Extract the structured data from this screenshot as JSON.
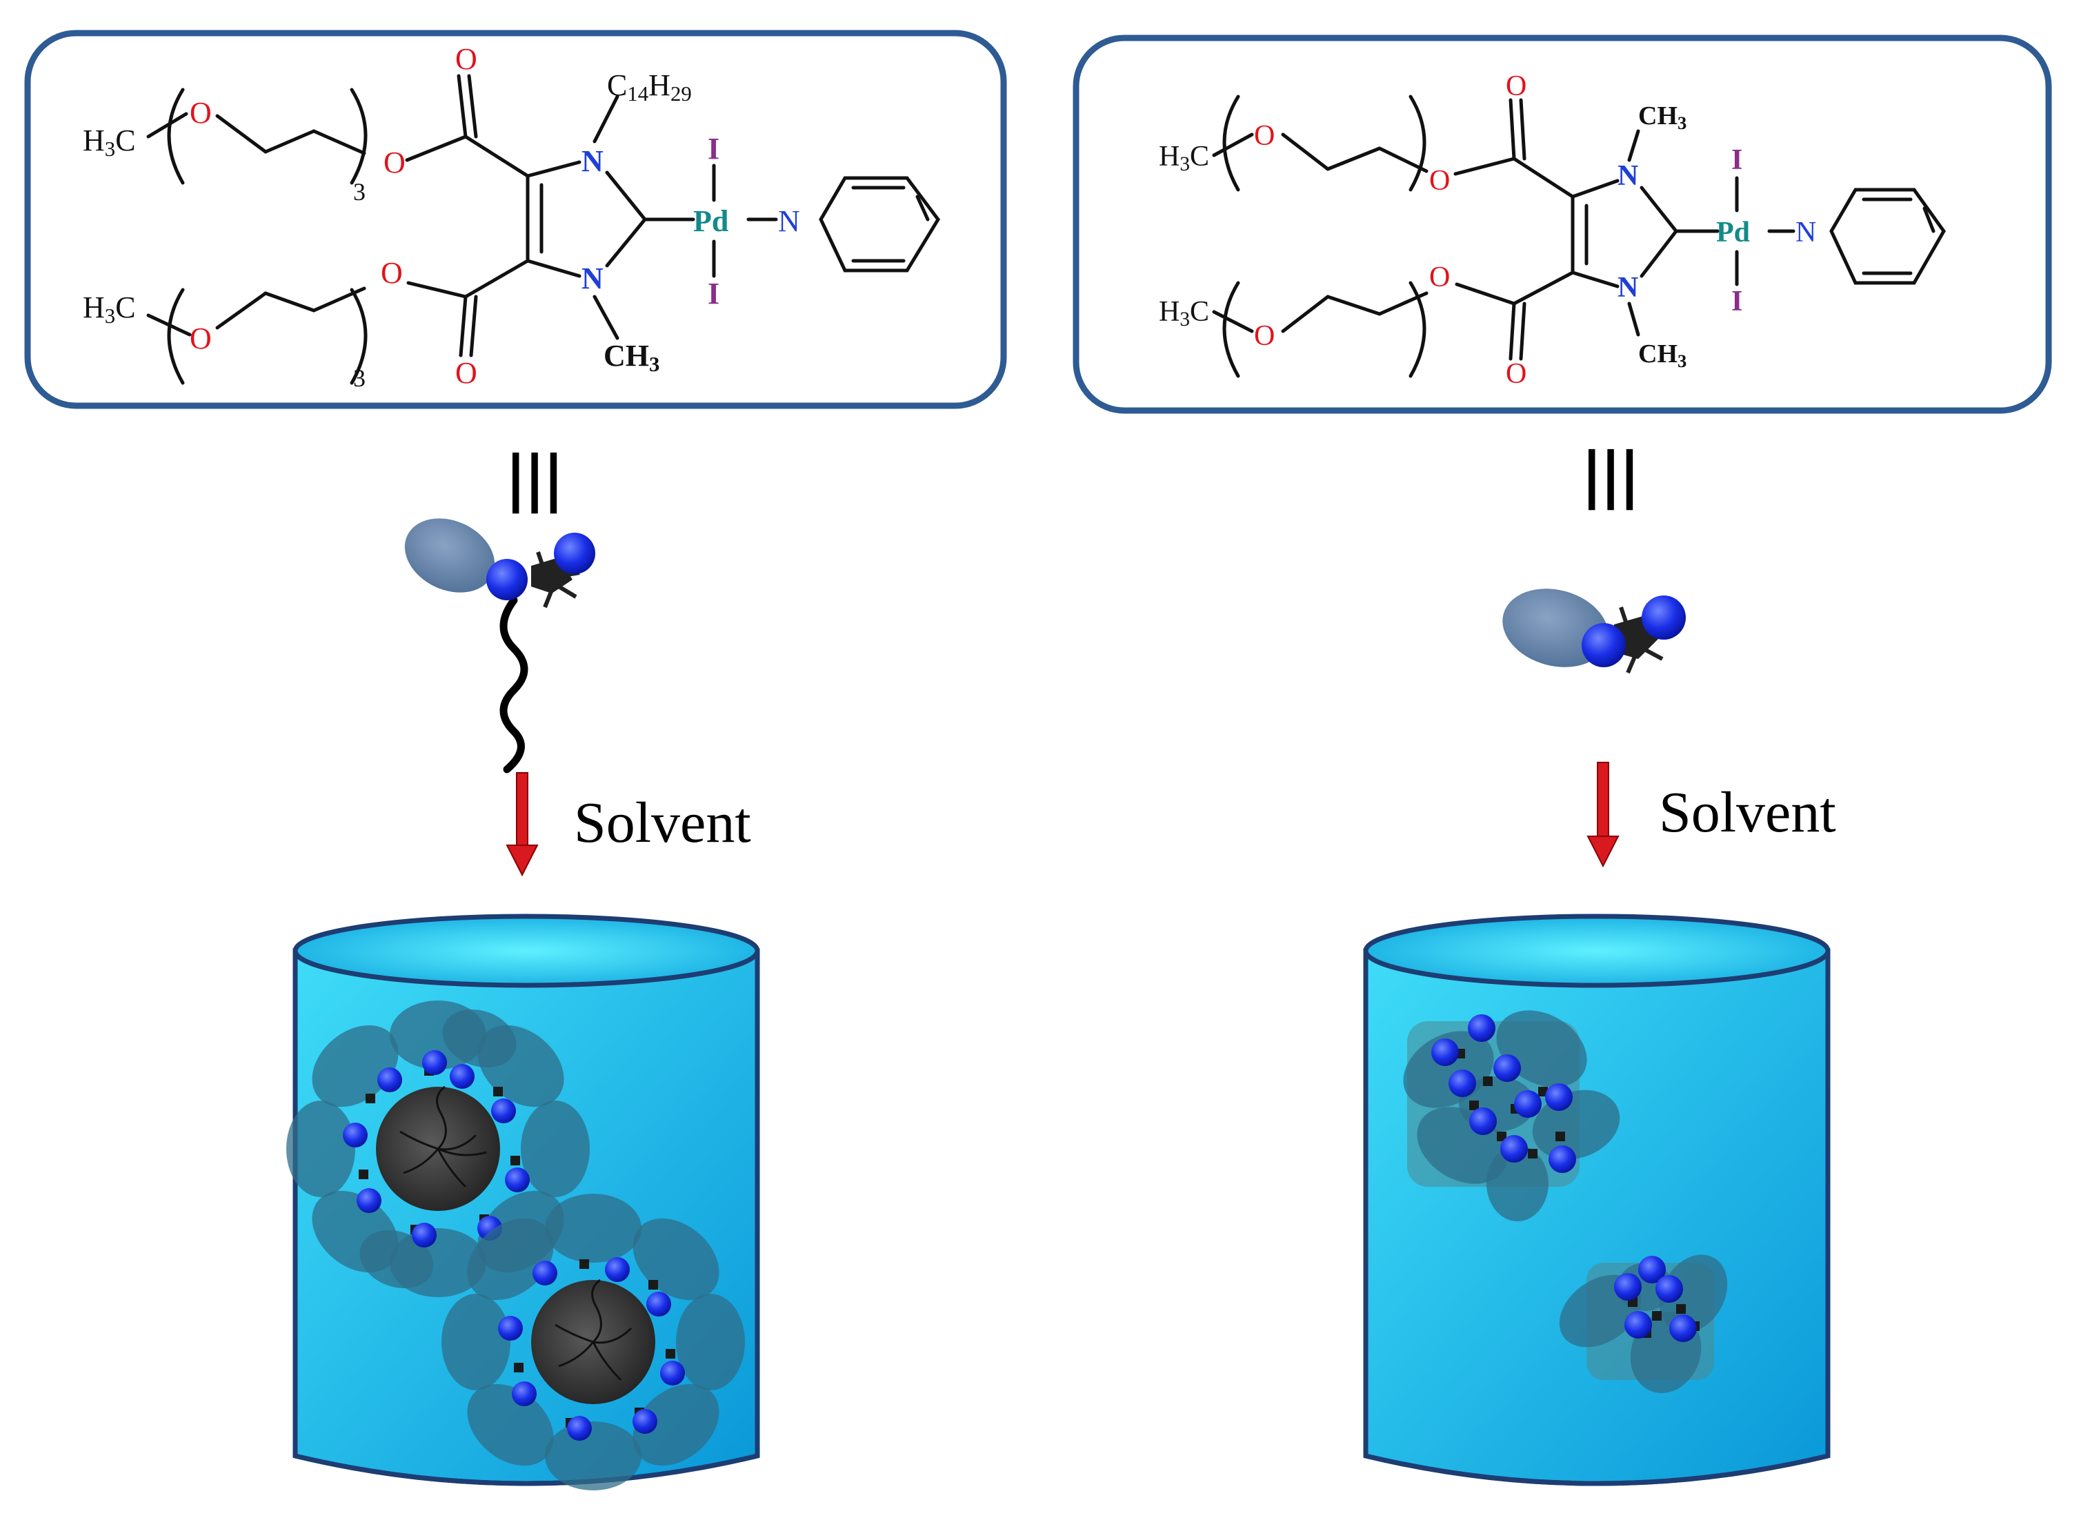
{
  "colors": {
    "frame": "#2e5b93",
    "oxygen": "#e0141b",
    "nitrogen": "#1f3fd6",
    "palladium": "#138a8a",
    "iodine": "#8b2d8b",
    "bond": "#111111",
    "arrow": "#d8191f",
    "water": "#19c4ea",
    "water_dark": "#0a9bd2",
    "ellipse": "#2f6d8a",
    "bead": "#0a1edc"
  },
  "left_panel": {
    "peg_top": {
      "h3c": "H3C",
      "oxygen": "O",
      "repeat": "3",
      "ester_o": "O",
      "carbonyl_o": "O"
    },
    "peg_bottom": {
      "h3c": "H3C",
      "oxygen": "O",
      "repeat": "3",
      "ester_o": "O",
      "carbonyl_o": "O"
    },
    "n_top": "N",
    "n_bottom": "N",
    "n_substituent_top": "C14H29",
    "n_substituent_bottom": "CH3",
    "metal": "Pd",
    "iodide_top": "I",
    "iodide_bottom": "I",
    "pyridine_n": "N",
    "equiv_symbol": "≡",
    "arrow_label": "Solvent",
    "amphiphile_icon": "amphiphile-with-alkyl-tail-icon",
    "container_icon": "solvent-beaker-with-micelles-icon"
  },
  "right_panel": {
    "peg_top": {
      "h3c": "H3C",
      "oxygen": "O",
      "ester_o": "O",
      "carbonyl_o": "O"
    },
    "peg_bottom": {
      "h3c": "H3C",
      "oxygen": "O",
      "ester_o": "O",
      "carbonyl_o": "O"
    },
    "n_top": "N",
    "n_bottom": "N",
    "n_substituent_top": "CH3",
    "n_substituent_bottom": "CH3",
    "metal": "Pd",
    "iodide_top": "I",
    "iodide_bottom": "I",
    "pyridine_n": "N",
    "equiv_symbol": "≡",
    "arrow_label": "Solvent",
    "amphiphile_icon": "amphiphile-no-tail-icon",
    "container_icon": "solvent-beaker-with-aggregates-icon"
  }
}
